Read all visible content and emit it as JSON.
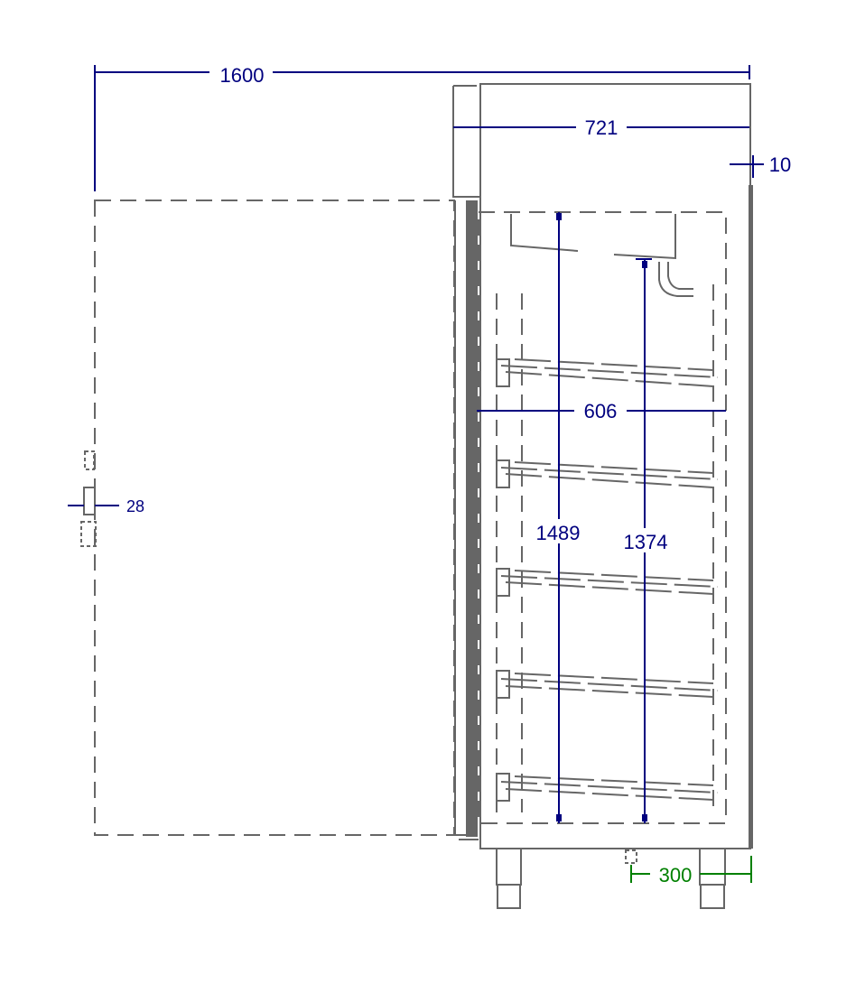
{
  "dimensions": {
    "total_open_width": "1600",
    "cabinet_depth": "721",
    "wall_gap": "10",
    "inner_width": "606",
    "inner_height_total": "1489",
    "inner_height_usable": "1374",
    "handle_depth": "28",
    "leg_offset": "300"
  },
  "colors": {
    "dimension": "#00007f",
    "leg_dimension": "#008000",
    "outline": "#666666"
  }
}
